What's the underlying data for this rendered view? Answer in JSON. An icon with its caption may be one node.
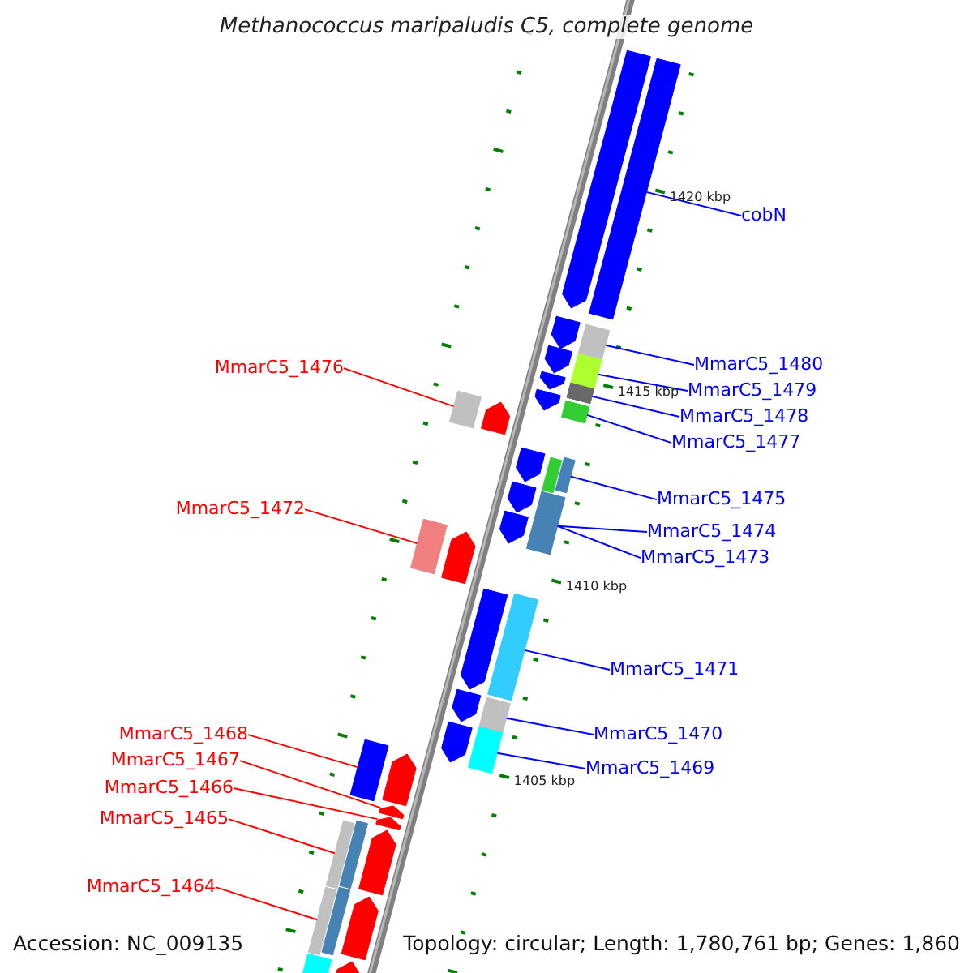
{
  "diagram": {
    "title": "Methanococcus maripaludis C5, complete genome",
    "nodes": [
      {
        "text": [
          "cobN"
        ]
      },
      {
        "text": [
          "MmarC5_1480"
        ]
      },
      {
        "text": [
          "MmarC5_1476"
        ]
      },
      {
        "text": [
          "MmarC5_1479"
        ]
      },
      {
        "text": [
          "MmarC5_1478"
        ]
      },
      {
        "text": [
          "MmarC5_1477"
        ]
      },
      {
        "text": [
          "MmarC5_1475"
        ]
      },
      {
        "text": [
          "MmarC5_1472"
        ]
      },
      {
        "text": [
          "MmarC5_1474"
        ]
      },
      {
        "text": [
          "MmarC5_1473"
        ]
      },
      {
        "text": [
          "MmarC5_1471"
        ]
      },
      {
        "text": [
          "MmarC5_1468"
        ]
      },
      {
        "text": [
          "MmarC5_1470"
        ]
      },
      {
        "text": [
          "MmarC5_1467"
        ]
      },
      {
        "text": [
          "MmarC5_1469"
        ]
      },
      {
        "text": [
          "MmarC5_1466"
        ]
      },
      {
        "text": [
          "MmarC5_1465"
        ]
      },
      {
        "text": [
          "MmarC5_1464"
        ]
      },
      {
        "text": [],
        "shape": "bar"
      },
      {
        "text": [],
        "shape": "bar"
      },
      {
        "text": [],
        "shape": "bar"
      },
      {
        "text": [],
        "shape": "bar"
      },
      {
        "text": [],
        "shape": "bar"
      },
      {
        "text": [],
        "shape": "bar"
      },
      {
        "text": [],
        "shape": "bar"
      },
      {
        "text": [],
        "shape": "bar"
      },
      {
        "text": [],
        "shape": "bar"
      },
      {
        "text": [],
        "shape": "bar"
      },
      {
        "text": [],
        "shape": "bar"
      },
      {
        "text": [],
        "shape": "bar"
      },
      {
        "text": [],
        "shape": "bar"
      },
      {
        "text": [],
        "shape": "bar"
      },
      {
        "text": [],
        "shape": "bar"
      },
      {
        "text": [],
        "shape": "bar"
      },
      {
        "text": [],
        "shape": "bar"
      },
      {
        "text": [],
        "shape": "bar"
      }
    ],
    "edges": [
      {
        "from": 0,
        "to": 18,
        "arrow": "none"
      },
      {
        "from": 1,
        "to": 19,
        "arrow": "none"
      },
      {
        "from": 2,
        "to": 22,
        "arrow": "none",
        "color": "#ff0000"
      },
      {
        "from": 3,
        "to": 20,
        "arrow": "none"
      },
      {
        "from": 4,
        "to": 21,
        "arrow": "none"
      },
      {
        "from": 5,
        "to": 23,
        "arrow": "none"
      },
      {
        "from": 6,
        "to": 24,
        "arrow": "none"
      },
      {
        "from": 7,
        "to": 26,
        "arrow": "none",
        "color": "#ff0000"
      },
      {
        "from": 8,
        "to": 25,
        "arrow": "none"
      },
      {
        "from": 9,
        "to": 25,
        "arrow": "none"
      },
      {
        "from": 10,
        "to": 27,
        "arrow": "none"
      },
      {
        "from": 11,
        "to": 30,
        "arrow": "none",
        "color": "#ff0000"
      },
      {
        "from": 12,
        "to": 28,
        "arrow": "none"
      },
      {
        "from": 13,
        "to": 31,
        "arrow": "none",
        "color": "#ff0000"
      },
      {
        "from": 14,
        "to": 29,
        "arrow": "none"
      },
      {
        "from": 15,
        "to": 32,
        "arrow": "none",
        "color": "#ff0000"
      },
      {
        "from": 16,
        "to": 33,
        "arrow": "none",
        "color": "#ff0000"
      },
      {
        "from": 17,
        "to": 34,
        "arrow": "none",
        "color": "#ff0000"
      }
    ],
    "labels": [
      "1420 kbp",
      "1415 kbp",
      "1410 kbp",
      "1405 kbp",
      "Accession: NC_009135",
      "Topology: circular; Length: 1,780,761 bp; Genes: 1,860"
    ]
  }
}
